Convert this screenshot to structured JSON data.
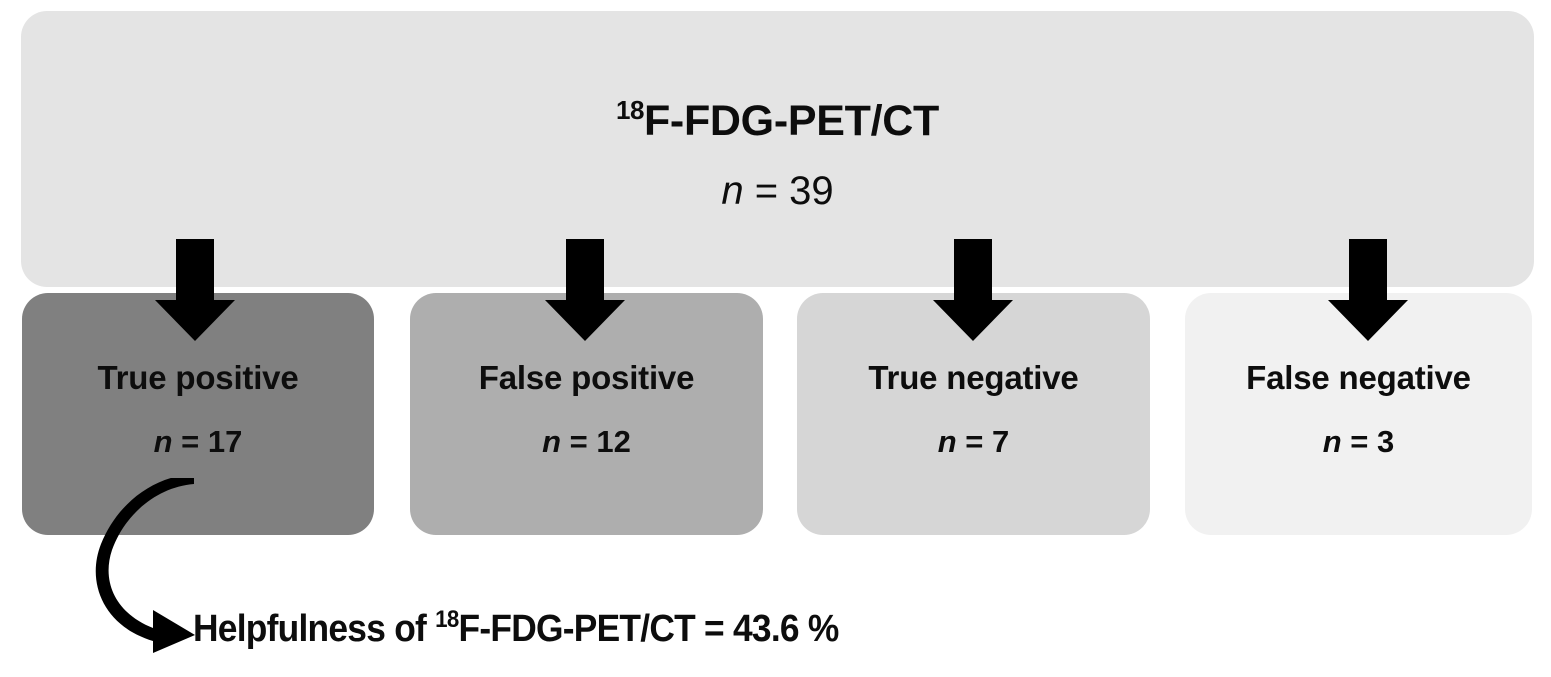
{
  "diagram": {
    "type": "flowchart",
    "header": {
      "modality_superscript": "18",
      "modality_label": "F-FDG-PET/CT",
      "count_label": "n",
      "count_equals": "=",
      "count_value": "39"
    },
    "boxes": [
      {
        "label": "True positive",
        "count_label": "n",
        "count_equals": "=",
        "count_value": "17",
        "fill": "#808080"
      },
      {
        "label": "False positive",
        "count_label": "n",
        "count_equals": "=",
        "count_value": "12",
        "fill": "#aeaeae"
      },
      {
        "label": "True negative",
        "count_label": "n",
        "count_equals": "=",
        "count_value": "7",
        "fill": "#d6d6d6"
      },
      {
        "label": "False negative",
        "count_label": "n",
        "count_equals": "=",
        "count_value": "3",
        "fill": "#f1f1f1"
      }
    ],
    "footer": {
      "prefix": "Helpfulness of ",
      "superscript": "18",
      "modality": "F-FDG-PET/CT",
      "equals": " = ",
      "value": "43.6 %"
    },
    "colors": {
      "panel_fill": "#e4e4e4",
      "text": "#0d0d0d",
      "arrow": "#000000",
      "background": "#ffffff"
    }
  }
}
